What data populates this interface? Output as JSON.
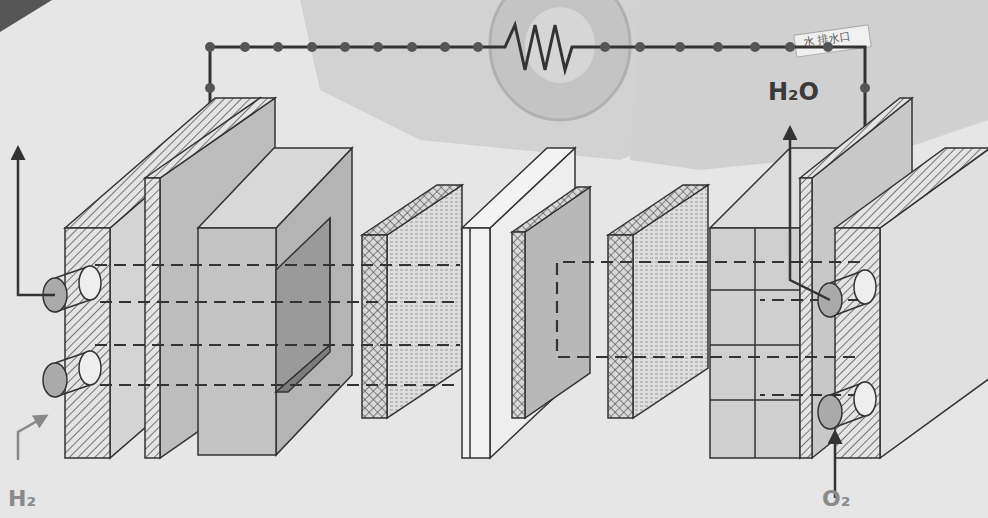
{
  "diagram": {
    "labels": [
      "H₂O",
      "H₂",
      "O₂",
      "水 排水口"
    ]
  }
}
